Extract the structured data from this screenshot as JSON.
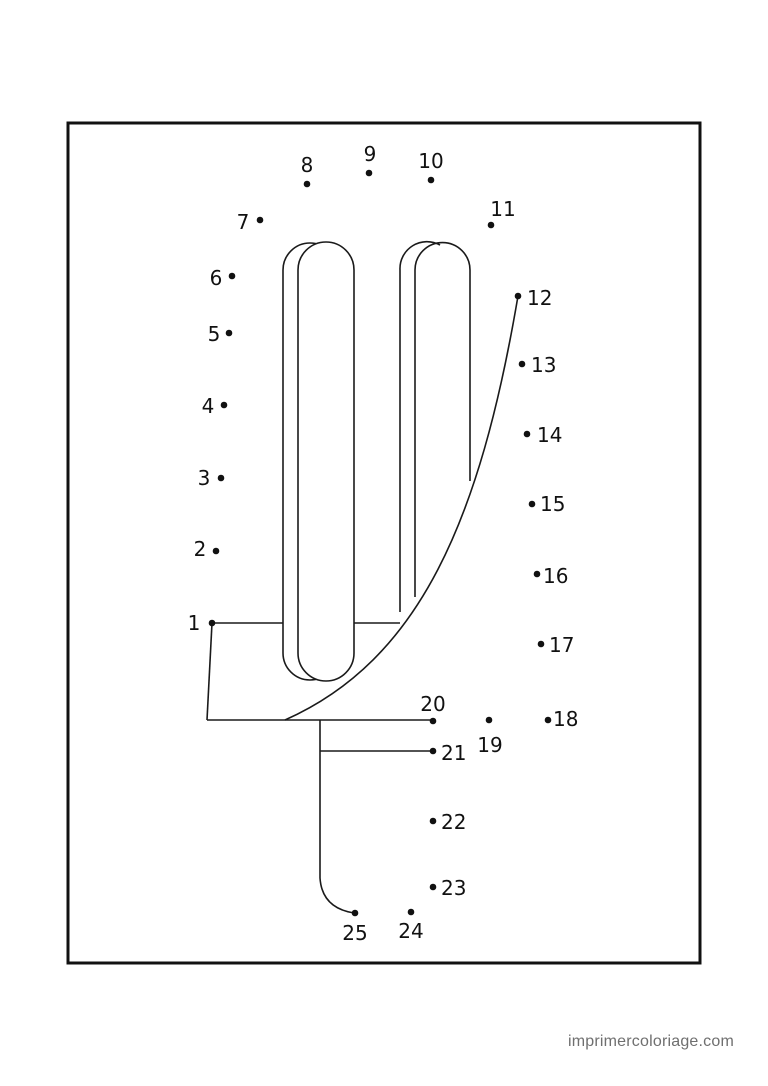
{
  "worksheet": {
    "dots": [
      {
        "label": "1"
      },
      {
        "label": "2"
      },
      {
        "label": "3"
      },
      {
        "label": "4"
      },
      {
        "label": "5"
      },
      {
        "label": "6"
      },
      {
        "label": "7"
      },
      {
        "label": "8"
      },
      {
        "label": "9"
      },
      {
        "label": "10"
      },
      {
        "label": "11"
      },
      {
        "label": "12"
      },
      {
        "label": "13"
      },
      {
        "label": "14"
      },
      {
        "label": "15"
      },
      {
        "label": "16"
      },
      {
        "label": "17"
      },
      {
        "label": "18"
      },
      {
        "label": "19"
      },
      {
        "label": "20"
      },
      {
        "label": "21"
      },
      {
        "label": "22"
      },
      {
        "label": "23"
      },
      {
        "label": "24"
      },
      {
        "label": "25"
      }
    ]
  },
  "footer": {
    "credit": "imprimercoloriage.com"
  }
}
